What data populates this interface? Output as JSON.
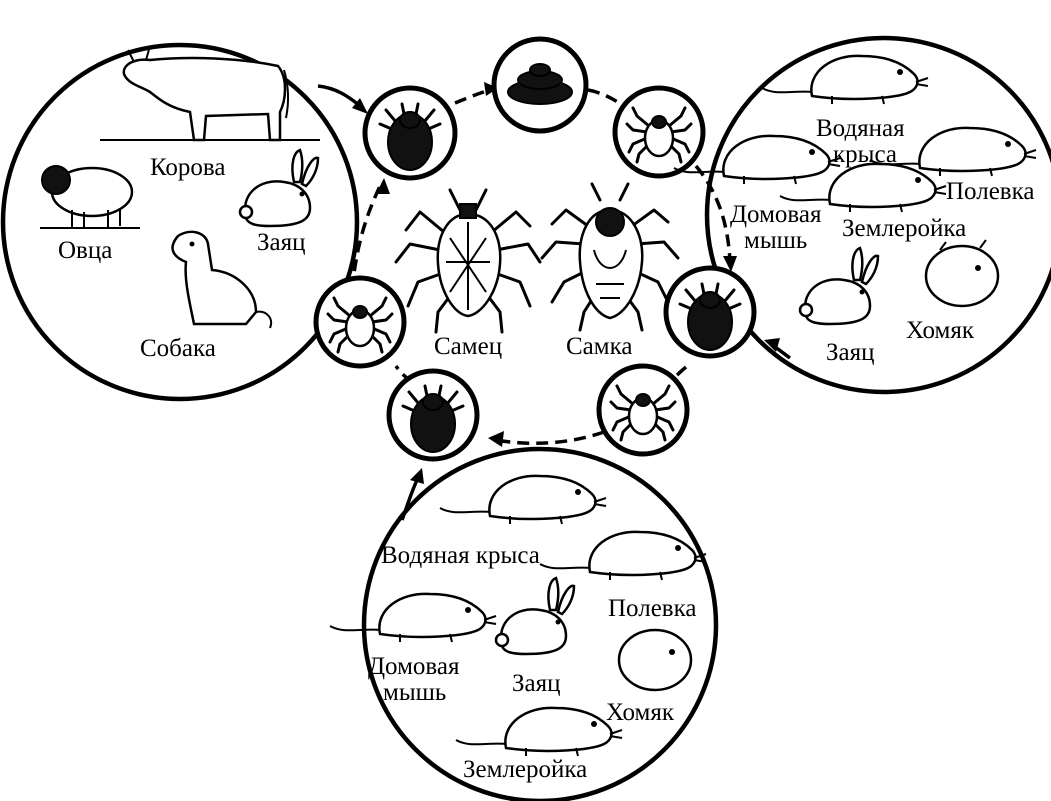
{
  "cycle": {
    "adult_labels": {
      "male": "Самец",
      "female": "Самка"
    }
  },
  "host_groups": {
    "top_left": {
      "labels": [
        "Корова",
        "Овца",
        "Заяц",
        "Собака"
      ]
    },
    "top_right": {
      "labels": [
        "Водяная",
        "крыса",
        "Полевка",
        "Домовая",
        "мышь",
        "Землеройка",
        "Заяц",
        "Хомяк"
      ]
    },
    "bottom": {
      "labels": [
        "Водяная крыса",
        "Полевка",
        "Домовая",
        "мышь",
        "Заяц",
        "Хомяк",
        "Землеройка"
      ]
    }
  }
}
